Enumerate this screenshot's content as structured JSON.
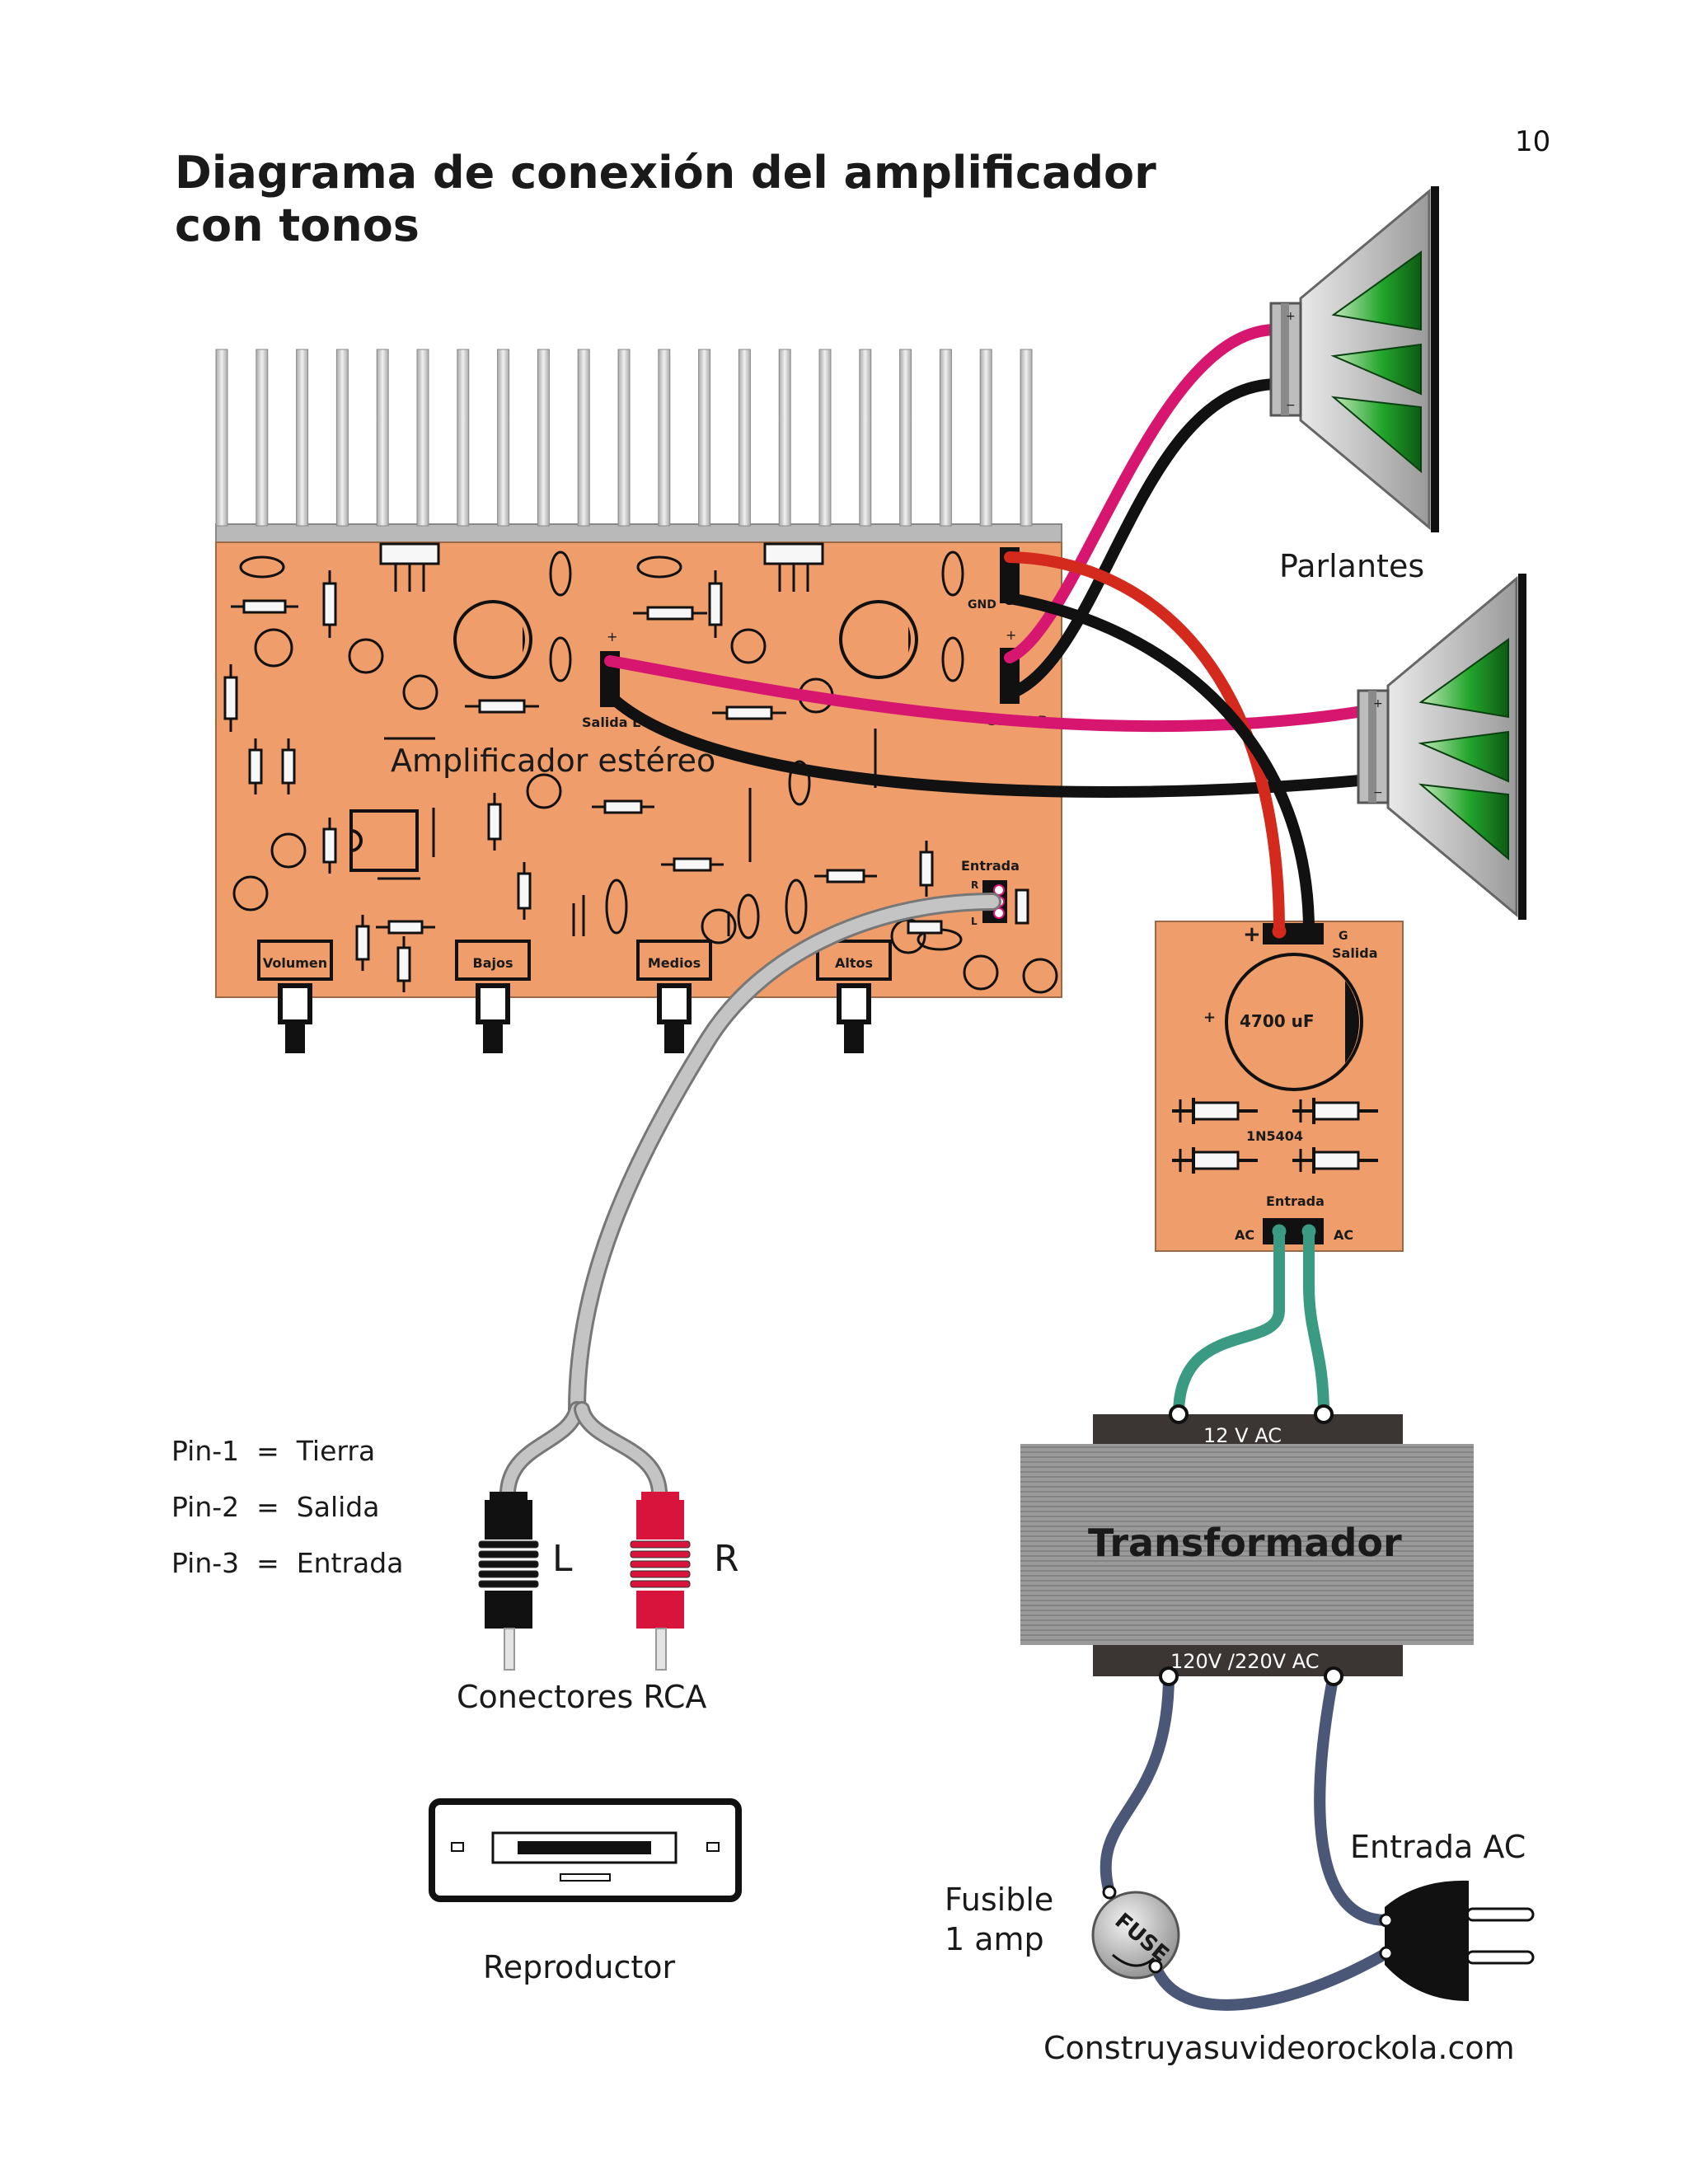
{
  "page_number": "10",
  "title_line1": "Diagrama de conexión del amplificador",
  "title_line2": "con tonos",
  "amplifier": {
    "label": "Amplificador estéreo",
    "output_left": "Salida L",
    "output_right": "Salida R",
    "gnd": "GND",
    "plus": "+",
    "input": "Entrada",
    "input_r": "R",
    "input_l": "L",
    "knobs": [
      "Volumen",
      "Bajos",
      "Medios",
      "Altos"
    ]
  },
  "speakers_label": "Parlantes",
  "power_supply": {
    "plus": "+",
    "g": "G",
    "output": "Salida",
    "capacitor": "4700 uF",
    "diode": "1N5404",
    "input": "Entrada",
    "ac_left": "AC",
    "ac_right": "AC"
  },
  "transformer": {
    "title": "Transformador",
    "secondary": "12 V AC",
    "primary": "120V /220V AC"
  },
  "pins": [
    "Pin-1  =  Tierra",
    "Pin-2  =  Salida",
    "Pin-3  =  Entrada"
  ],
  "rca": {
    "left": "L",
    "right": "R",
    "label": "Conectores RCA"
  },
  "player_label": "Reproductor",
  "fuse": {
    "line1": "Fusible",
    "line2": "1 amp",
    "text": "FUSE"
  },
  "ac_input_label": "Entrada AC",
  "website": "Construyasuvideorockola.com",
  "colors": {
    "board": "#ef9d6b",
    "heatsink": "#c8c8c8",
    "red_wire": "#d42a1e",
    "pink_wire": "#d6166f",
    "green_wire": "#3a9a82",
    "blue_wire": "#4a5777",
    "speaker_cone": "#1f9e2a"
  }
}
